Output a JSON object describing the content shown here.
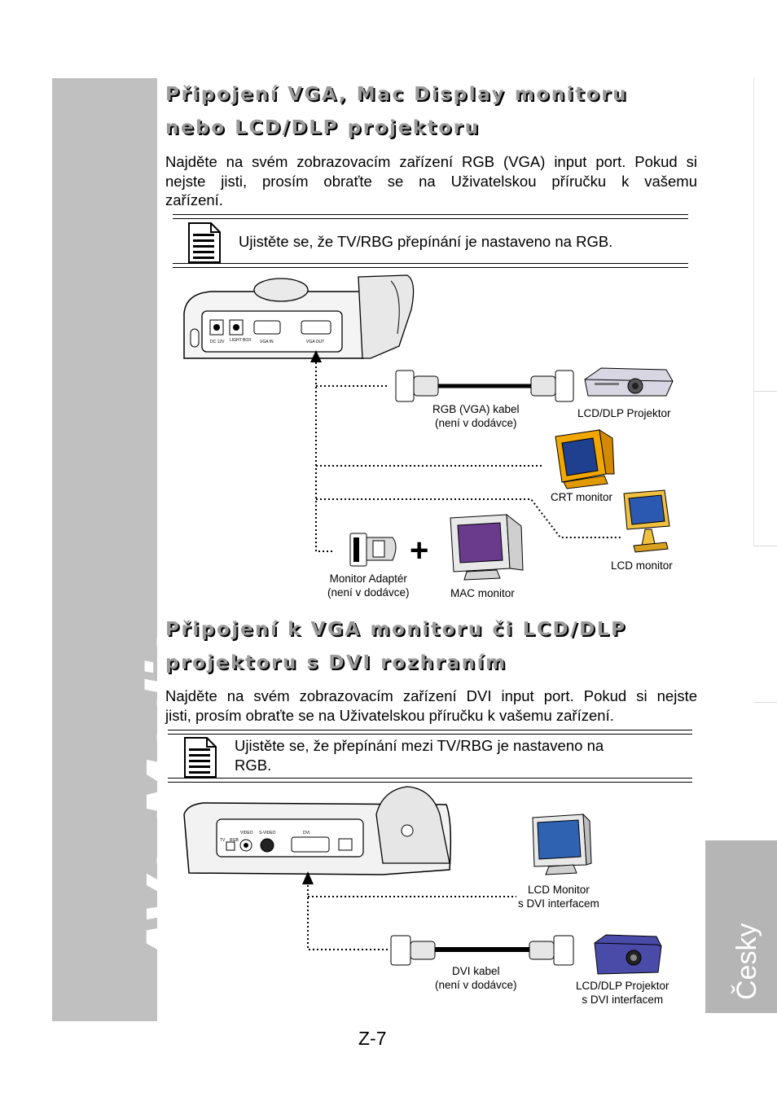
{
  "brand": {
    "logo_text": "AVerMedia"
  },
  "language_tab": {
    "label": "Česky"
  },
  "section1": {
    "title_line1": "Připojení VGA, Mac Display monitoru",
    "title_line2": "nebo LCD/DLP projektoru",
    "body_line1": "Najděte na svém zobrazovacím zařízení RGB (VGA) input port. Pokud si",
    "body_line2": "nejste jisti, prosím obraťte se na Uživatelskou příručku k vašemu",
    "body_line3": "zařízení.",
    "note": "Ujistěte se, že TV/RBG přepínání je nastaveno na RGB.",
    "device_port_labels": [
      "DC 12V",
      "LIGHT BOX",
      "VGA IN",
      "VGA OUT"
    ],
    "captions": {
      "rgb_cable_1": "RGB (VGA) kabel",
      "rgb_cable_2": "(není v dodávce)",
      "lcd_dlp_projector": "LCD/DLP Projektor",
      "crt_monitor": "CRT monitor",
      "lcd_monitor": "LCD monitor",
      "monitor_adapter_1": "Monitor Adaptér",
      "monitor_adapter_2": "(není v dodávce)",
      "mac_monitor": "MAC monitor"
    },
    "plus_sign": "+"
  },
  "section2": {
    "title_line1": "Připojení k VGA monitoru či LCD/DLP",
    "title_line2": "projektoru s DVI rozhraním",
    "body_line1": "Najděte na svém zobrazovacím zařízení DVI input port. Pokud si nejste",
    "body_line2": "jisti, prosím obraťte se na Uživatelskou příručku k vašemu zařízení.",
    "note_line1": "Ujistěte se, že přepínání mezi TV/RBG je nastaveno na",
    "note_line2": "RGB.",
    "device_port_labels": [
      "VIDEO",
      "S-VIDEO",
      "DVI",
      "TV",
      "RGB"
    ],
    "captions": {
      "lcd_monitor_dvi_1": "LCD Monitor",
      "lcd_monitor_dvi_2": "s DVI interfacem",
      "dvi_cable_1": "DVI kabel",
      "dvi_cable_2": "(není v dodávce)",
      "projector_dvi_1": "LCD/DLP Projektor",
      "projector_dvi_2": "s DVI interfacem"
    }
  },
  "page_number": "Z-7",
  "colors": {
    "sidebar": "#c0c0c0",
    "lang_tab": "#b5b5b5",
    "heading_fill": "#9a9a9a"
  }
}
